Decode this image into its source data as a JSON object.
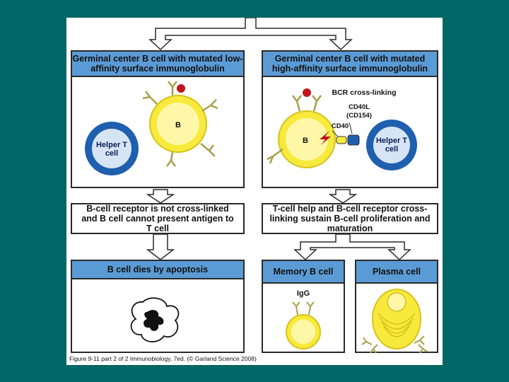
{
  "left_panel": {
    "header": "Germinal center B cell with mutated low-affinity surface immunoglobulin",
    "b_cell_label": "B",
    "helper_label": "Helper T cell"
  },
  "right_panel": {
    "header": "Germinal center B cell with mutated high-affinity surface immunoglobulin",
    "bcr_label": "BCR cross-linking",
    "cd40l_label": "CD40L (CD154)",
    "cd40_label": "CD40",
    "b_cell_label": "B",
    "helper_label": "Helper T cell"
  },
  "left_outcome": "B-cell receptor is not cross-linked and B cell cannot present antigen to T cell",
  "right_outcome": "T-cell help and B-cell receptor cross-linking sustain B-cell proliferation and maturation",
  "apoptosis_header": "B cell dies by apoptosis",
  "memory_header": "Memory B cell",
  "plasma_header": "Plasma cell",
  "igg_label": "IgG",
  "caption": "Figure 9-11 part 2 of 2  Immunobiology, 7ed. (© Garland Science 2008)",
  "colors": {
    "background": "#006666",
    "header_blue": "#5b9bd5",
    "b_cell_yellow": "#f7ea3c",
    "t_cell_blue": "#1e5fae",
    "antigen_red": "#c0151b"
  }
}
